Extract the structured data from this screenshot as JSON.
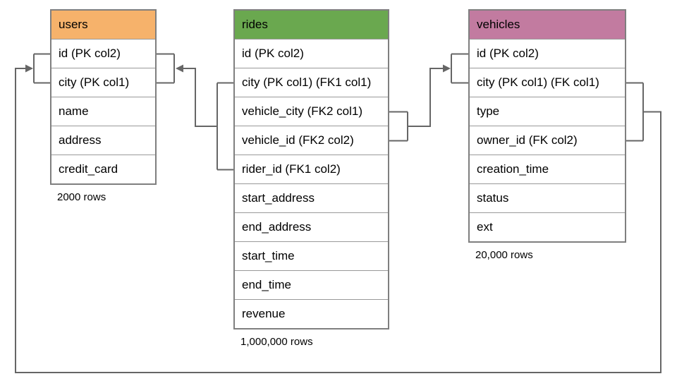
{
  "diagram": {
    "background_color": "#ffffff",
    "line_color": "#666666",
    "border_color": "#999999",
    "tables": [
      {
        "name": "users",
        "header": "users",
        "header_color": "#F6B26B",
        "columns": [
          "id (PK col2)",
          "city (PK col1)",
          "name",
          "address",
          "credit_card"
        ],
        "row_count": "2000 rows"
      },
      {
        "name": "rides",
        "header": "rides",
        "header_color": "#6AA84F",
        "columns": [
          "id (PK col2)",
          "city (PK col1) (FK1 col1)",
          "vehicle_city (FK2 col1)",
          "vehicle_id (FK2 col2)",
          "rider_id (FK1 col2)",
          "start_address",
          "end_address",
          "start_time",
          "end_time",
          "revenue"
        ],
        "row_count": "1,000,000 rows"
      },
      {
        "name": "vehicles",
        "header": "vehicles",
        "header_color": "#C27BA0",
        "columns": [
          "id (PK col2)",
          "city (PK col1) (FK col1)",
          "type",
          "owner_id (FK col2)",
          "creation_time",
          "status",
          "ext"
        ],
        "row_count": "20,000 rows"
      }
    ],
    "relationships": [
      {
        "name": "rides-fk1-users",
        "from_table": "rides",
        "from_columns": [
          "city (PK col1) (FK1 col1)",
          "rider_id (FK1 col2)"
        ],
        "to_table": "users",
        "to_columns": [
          "id (PK col2)",
          "city (PK col1)"
        ]
      },
      {
        "name": "rides-fk2-vehicles",
        "from_table": "rides",
        "from_columns": [
          "vehicle_city (FK2 col1)",
          "vehicle_id (FK2 col2)"
        ],
        "to_table": "vehicles",
        "to_columns": [
          "id (PK col2)",
          "city (PK col1) (FK col1)"
        ]
      },
      {
        "name": "vehicles-fk-users",
        "from_table": "vehicles",
        "from_columns": [
          "city (PK col1) (FK col1)",
          "owner_id (FK col2)"
        ],
        "to_table": "users",
        "to_columns": [
          "id (PK col2)",
          "city (PK col1)"
        ]
      }
    ]
  }
}
